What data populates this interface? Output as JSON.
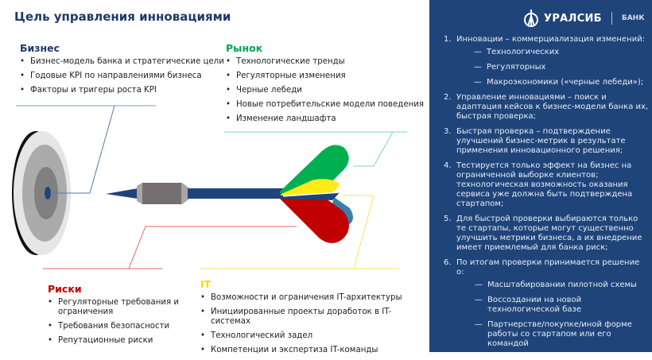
{
  "title": "Цель управления инновациями",
  "business": {
    "heading": "Бизнес",
    "color": "#1f3a6b",
    "items": [
      "Бизнес-модель банка и стратегические цели",
      "Годовые KPI по направлениями бизнеса",
      "Факторы и тригеры роста KPI"
    ]
  },
  "market": {
    "heading": "Рынок",
    "color": "#00a651",
    "items": [
      "Технологические  тренды",
      "Регуляторные изменения",
      "Черные лебеди",
      "Новые потребительские модели поведения",
      "Изменение ландшафта"
    ]
  },
  "risks": {
    "heading": "Риски",
    "color": "#c00000",
    "items": [
      "Регуляторные требования и ограничения",
      "Требования безопасности",
      "Репутационные риски"
    ]
  },
  "it": {
    "heading": "IT",
    "color": "#ffd700",
    "items": [
      "Возможности и ограничения IT-архитектуры",
      "Инициированные проекты доработок в IT-системах",
      "Технологический задел",
      "Компетенции и экспертиза IT-команды"
    ]
  },
  "panel": {
    "logo_name": "УРАЛСИБ",
    "logo_bank": "БАНК",
    "bg": "#1f4479",
    "items": [
      {
        "num": "1.",
        "text": "Инновации – коммерциализация изменений:",
        "sub": [
          "Технологических",
          "Регуляторных",
          "Макроэкономики («черные лебеди»);"
        ]
      },
      {
        "num": "2.",
        "text": "Управление инновациями – поиск и адаптация кейсов к бизнес-модели банка их, быстрая проверка;"
      },
      {
        "num": "3.",
        "text": "Быстрая проверка – подтверждение улучшений бизнес-метрик  в результате применения инновационного решения;"
      },
      {
        "num": "4.",
        "text": "Тестируется только эффект на бизнес на ограниченной выборке клиентов; технологическая возможность оказания сервиса уже должна быть подтверждена стартапом;"
      },
      {
        "num": "5.",
        "text": "Для быстрой проверки выбираются только те стартапы, которые могут существенно улучшить метрики бизнеса, а их внедрение имеет приемлемый для банка риск;"
      },
      {
        "num": "6.",
        "text": "По итогам проверки принимается решение о:",
        "sub": [
          "Масштабировании пилотной схемы",
          "Воссоздании на новой технологической базе",
          "Партнерстве/покупке/иной форме работы со стартапом или его командой"
        ]
      }
    ]
  }
}
